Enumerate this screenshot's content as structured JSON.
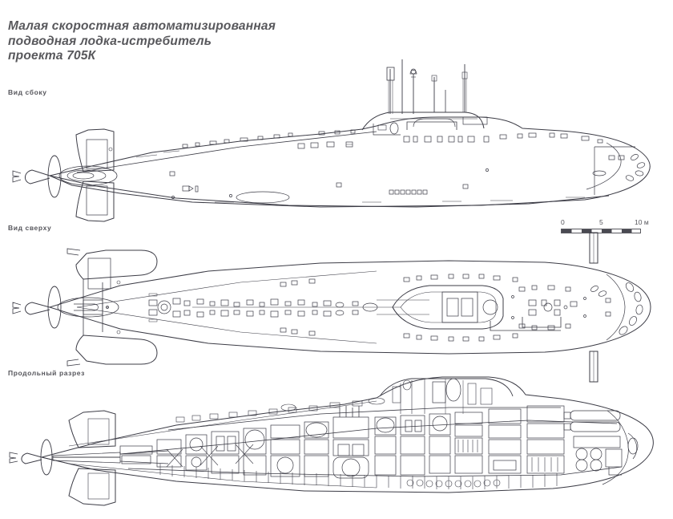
{
  "sheet": {
    "background": "#ffffff",
    "ink": "#3c3c46",
    "text_color": "#58585c"
  },
  "title": {
    "text": "Малая скоростная автоматизированная\nподводная лодка-истребитель\nпроекта 705К"
  },
  "views": [
    {
      "id": "side",
      "label": "Вид сбоку"
    },
    {
      "id": "top",
      "label": "Вид сверху"
    },
    {
      "id": "section",
      "label": "Продольный разрез"
    }
  ],
  "view_labels": {
    "side": "Вид сбоку",
    "top": "Вид сверху",
    "section": "Продольный разрез"
  },
  "scale": {
    "tick_0": "0",
    "tick_5": "5",
    "tick_10": "10 м",
    "unit": "м",
    "segments": 8,
    "length_m": 10
  },
  "chart_data": {
    "type": "table",
    "title": "Малая скоростная автоматизированная подводная лодка-истребитель проекта 705К",
    "subject": "Project 705K submarine general arrangement drawing",
    "views": [
      "Вид сбоку",
      "Вид сверху",
      "Продольный разрез"
    ],
    "scale_ticks": [
      "0",
      "5",
      "10 м"
    ]
  }
}
